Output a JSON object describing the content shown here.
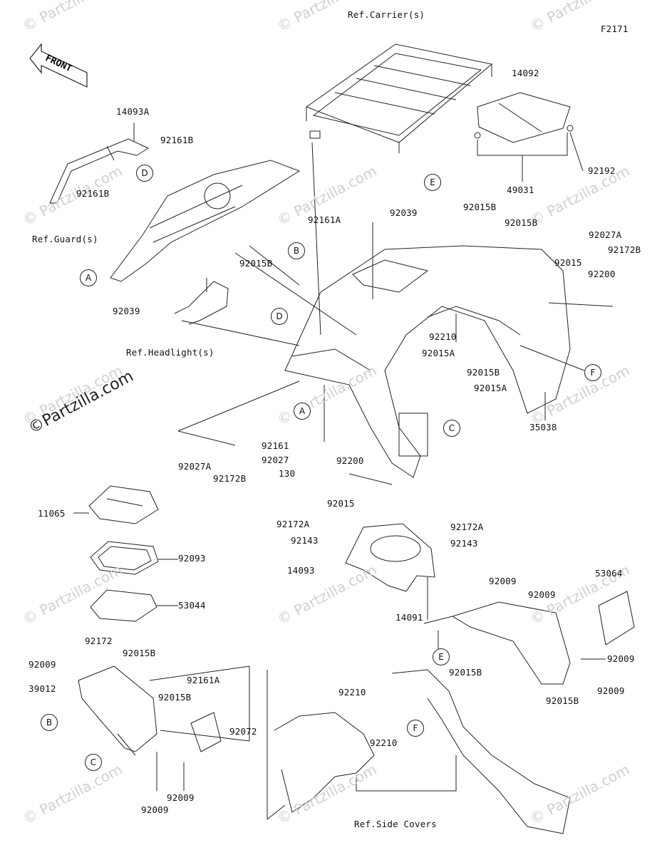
{
  "figure_id": "F2171",
  "front_label": "FRONT",
  "watermark": "© Partzilla.com",
  "watermark_main": "©Partzilla.com",
  "callouts": [
    "A",
    "B",
    "C",
    "D",
    "E",
    "F"
  ],
  "parts": {
    "ref_carrier": "Ref.Carrier(s)",
    "ref_guard": "Ref.Guard(s)",
    "ref_headlight": "Ref.Headlight(s)",
    "ref_side_covers": "Ref.Side Covers",
    "p14093A": "14093A",
    "p92161B": "92161B",
    "p92039": "92039",
    "p14092": "14092",
    "p49031": "49031",
    "p92192": "92192",
    "p92161A": "92161A",
    "p92015B": "92015B",
    "p92027A": "92027A",
    "p92172B": "92172B",
    "p92015": "92015",
    "p92200": "92200",
    "p92210": "92210",
    "p92015A": "92015A",
    "p35038": "35038",
    "p92161": "92161",
    "p92027": "92027",
    "p130": "130",
    "p11065": "11065",
    "p92093": "92093",
    "p53044": "53044",
    "p92172A": "92172A",
    "p92143": "92143",
    "p14093": "14093",
    "p14091": "14091",
    "p92009": "92009",
    "p53064": "53064",
    "p92172": "92172",
    "p39012": "39012",
    "p92072": "92072"
  }
}
